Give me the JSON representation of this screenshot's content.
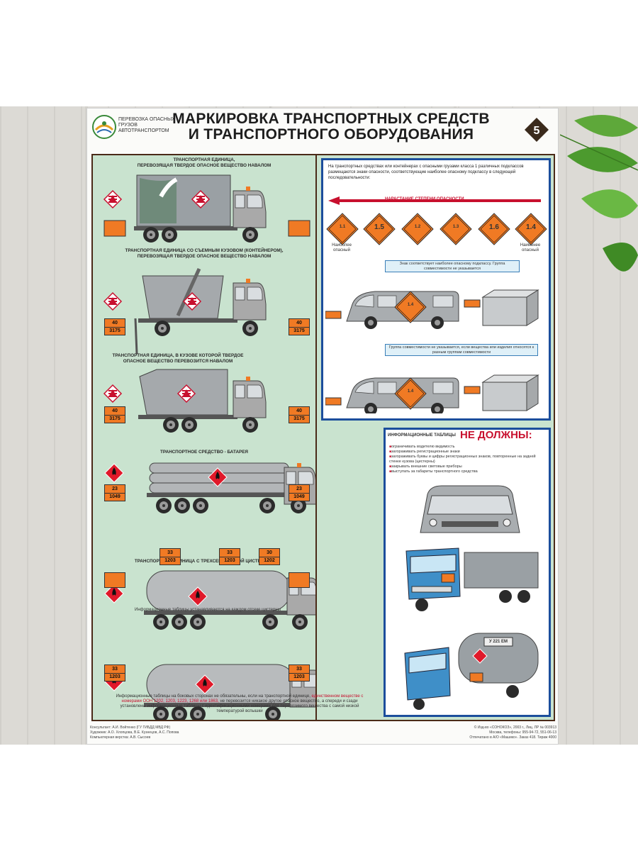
{
  "header": {
    "org": "ПЕРЕВОЗКА ОПАСНЫХ ГРУЗОВ АВТОТРАНСПОРТОМ",
    "title_line1": "МАРКИРОВКА ТРАНСПОРТНЫХ СРЕДСТВ",
    "title_line2": "И ТРАНСПОРТНОГО ОБОРУДОВАНИЯ",
    "number": "5"
  },
  "left": {
    "s1_title": "ТРАНСПОРТНАЯ ЕДИНИЦА, ПЕРЕВОЗЯЩАЯ ТВЕРДОЕ ОПАСНОЕ ВЕЩЕСТВО НАВАЛОМ",
    "s2_title": "ТРАНСПОРТНАЯ ЕДИНИЦА СО СЪЕМНЫМ КУЗОВОМ (КОНТЕЙНЕРОМ), ПЕРЕВОЗЯЩАЯ ТВЕРДОЕ ОПАСНОЕ ВЕЩЕСТВО НАВАЛОМ",
    "s2_plate": {
      "top": "40",
      "bottom": "3175"
    },
    "s3_title": "ТРАНСПОРТНАЯ ЕДИНИЦА, В КУЗОВЕ КОТОРОЙ ТВЕРДОЕ ОПАСНОЕ ВЕЩЕСТВО ПЕРЕВОЗИТСЯ НАВАЛОМ",
    "s3_plate": {
      "top": "40",
      "bottom": "3175"
    },
    "s4_title": "ТРАНСПОРТНОЕ СРЕДСТВО - БАТАРЕЯ",
    "s4_plate": {
      "top": "23",
      "bottom": "1049"
    },
    "s5_title": "ТРАНСПОРТНАЯ ЕДИНИЦА С ТРЕХСЕКЦИОННОЙ ЦИСТЕРНОЙ",
    "s5_tank_plates": [
      {
        "top": "33",
        "bottom": "1203"
      },
      {
        "top": "33",
        "bottom": "1203"
      },
      {
        "top": "30",
        "bottom": "1202"
      }
    ],
    "s5_note": "Информационные таблицы устанавливаются на каждом отсеке цистерны",
    "s6_plate": {
      "top": "33",
      "bottom": "1203"
    },
    "s6_note_1": "Информационные таблицы на боковых сторонах не обязательны, если на транспортной единице,",
    "s6_note_red": "единственном веществе с номерами ООН 1202, 1203, 1223, 1268 или 1863,",
    "s6_note_2": "не перевозится никакое другое опасное вещество, а спереди и сзади установлены информационные таблицы с идентификационными номерами для перевозимого вещества с самой низкой температурой вспышки"
  },
  "right_top": {
    "intro": "На транспортных средствах или контейнерах с опасными грузами класса 1 различных подклассов размещаются знаки опасности, соответствующие наиболее опасному подклассу в следующей последовательности:",
    "arrow_label": "НАРАСТАНИЕ СТЕПЕНИ ОПАСНОСТИ",
    "signs": [
      "1.1",
      "1.5",
      "1.2",
      "1.3",
      "1.6",
      "1.4"
    ],
    "most_dangerous": "Наиболее опасный",
    "least_dangerous": "Наименее опасный",
    "callout1": "Знак соответствует наиболее опасному подклассу. Группа совместимости не указывается",
    "callout2": "Группа совместимости не указывается, если вещества или изделия относятся к разным группам совместимости",
    "box_sign": "1.4"
  },
  "right_bottom": {
    "heading": "ИНФОРМАЦИОННЫЕ ТАБЛИЦЫ",
    "heading_red": "НЕ ДОЛЖНЫ:",
    "items": [
      "ограничивать водителю видимость",
      "загораживать регистрационные знаки",
      "загораживать буквы и цифры регистрационных знаков, повторенные на задней стенке кузова (цистерны)",
      "закрывать внешние световые приборы",
      "выступать за габариты транспортного средства"
    ],
    "tanker_plate": "У 221 ЕМ"
  },
  "credits_left": [
    "Консультант: А.И. Войтенко (ГУ ГИБДД МВД РФ)",
    "Художник: А.О. Хлопцова, В.Е. Кузнецов, А.С. Попова",
    "Компьютерная верстка: А.В. Сысоев"
  ],
  "credits_right": [
    "© Изд-во «СОНОКОЗ», 2003 г., Лиц. ЛР № 003913",
    "Москва, телефоны: 955-94-72, 551-06-13",
    "Отпечатано в А/О «Машико». Заказ 418. Тираж 4000"
  ],
  "colors": {
    "plate_orange": "#f07a24",
    "panel_green": "#c9e3cf",
    "frame_blue": "#1c4e9c",
    "frame_brown": "#4a2a18",
    "sign_red": "#c8102e"
  }
}
